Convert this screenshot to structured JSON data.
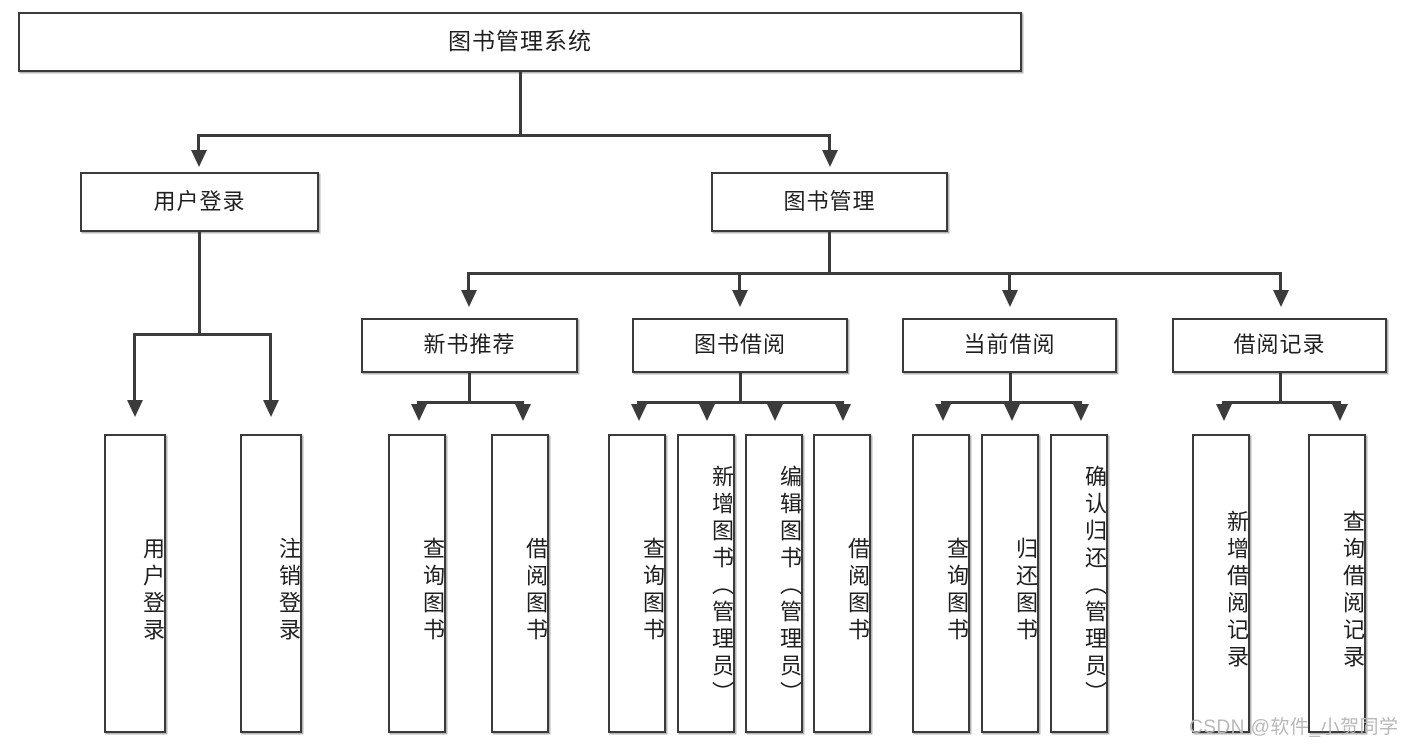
{
  "diagram": {
    "type": "tree-hierarchy-flowchart",
    "title": "图书管理系统",
    "root": {
      "id": "root",
      "label": "图书管理系统"
    },
    "level2": [
      {
        "id": "user-login",
        "label": "用户登录"
      },
      {
        "id": "book-management",
        "label": "图书管理"
      }
    ],
    "level3": [
      {
        "id": "new-book-recommend",
        "label": "新书推荐",
        "parent": "book-management"
      },
      {
        "id": "book-borrow",
        "label": "图书借阅",
        "parent": "book-management"
      },
      {
        "id": "current-borrow",
        "label": "当前借阅",
        "parent": "book-management"
      },
      {
        "id": "borrow-record",
        "label": "借阅记录",
        "parent": "book-management"
      }
    ],
    "leaves": [
      {
        "id": "leaf-user-login",
        "label": "用户登录",
        "parent": "user-login"
      },
      {
        "id": "leaf-logout",
        "label": "注销登录",
        "parent": "user-login"
      },
      {
        "id": "leaf-query-book-1",
        "label": "查询图书",
        "parent": "new-book-recommend"
      },
      {
        "id": "leaf-borrow-book-1",
        "label": "借阅图书",
        "parent": "new-book-recommend"
      },
      {
        "id": "leaf-query-book-2",
        "label": "查询图书",
        "parent": "book-borrow"
      },
      {
        "id": "leaf-add-book",
        "label": "新增图书（管理员）",
        "parent": "book-borrow"
      },
      {
        "id": "leaf-edit-book",
        "label": "编辑图书（管理员）",
        "parent": "book-borrow"
      },
      {
        "id": "leaf-borrow-book-2",
        "label": "借阅图书",
        "parent": "book-borrow"
      },
      {
        "id": "leaf-query-book-3",
        "label": "查询图书",
        "parent": "current-borrow"
      },
      {
        "id": "leaf-return-book",
        "label": "归还图书",
        "parent": "current-borrow"
      },
      {
        "id": "leaf-confirm-return",
        "label": "确认归还（管理员）",
        "parent": "current-borrow"
      },
      {
        "id": "leaf-add-record",
        "label": "新增借阅记录",
        "parent": "borrow-record"
      },
      {
        "id": "leaf-query-record",
        "label": "查询借阅记录",
        "parent": "borrow-record"
      }
    ],
    "watermark": "CSDN @软件_小贺同学",
    "colors": {
      "stroke": "#3b3b3b",
      "fill": "#ffffff",
      "text": "#1f1f1f",
      "watermark": "#b9b9b9"
    }
  }
}
